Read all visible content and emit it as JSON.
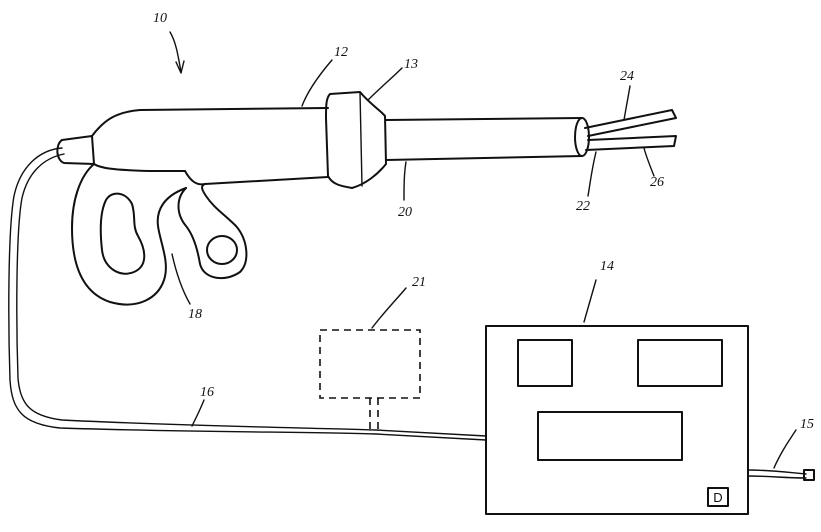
{
  "labels": {
    "n10": "10",
    "n12": "12",
    "n13": "13",
    "n14": "14",
    "n15": "15",
    "n16": "16",
    "n18": "18",
    "n20": "20",
    "n21": "21",
    "n22": "22",
    "n24": "24",
    "n26": "26"
  },
  "console_indicator": "D",
  "colors": {
    "ink": "#111111",
    "paper": "#ffffff"
  }
}
